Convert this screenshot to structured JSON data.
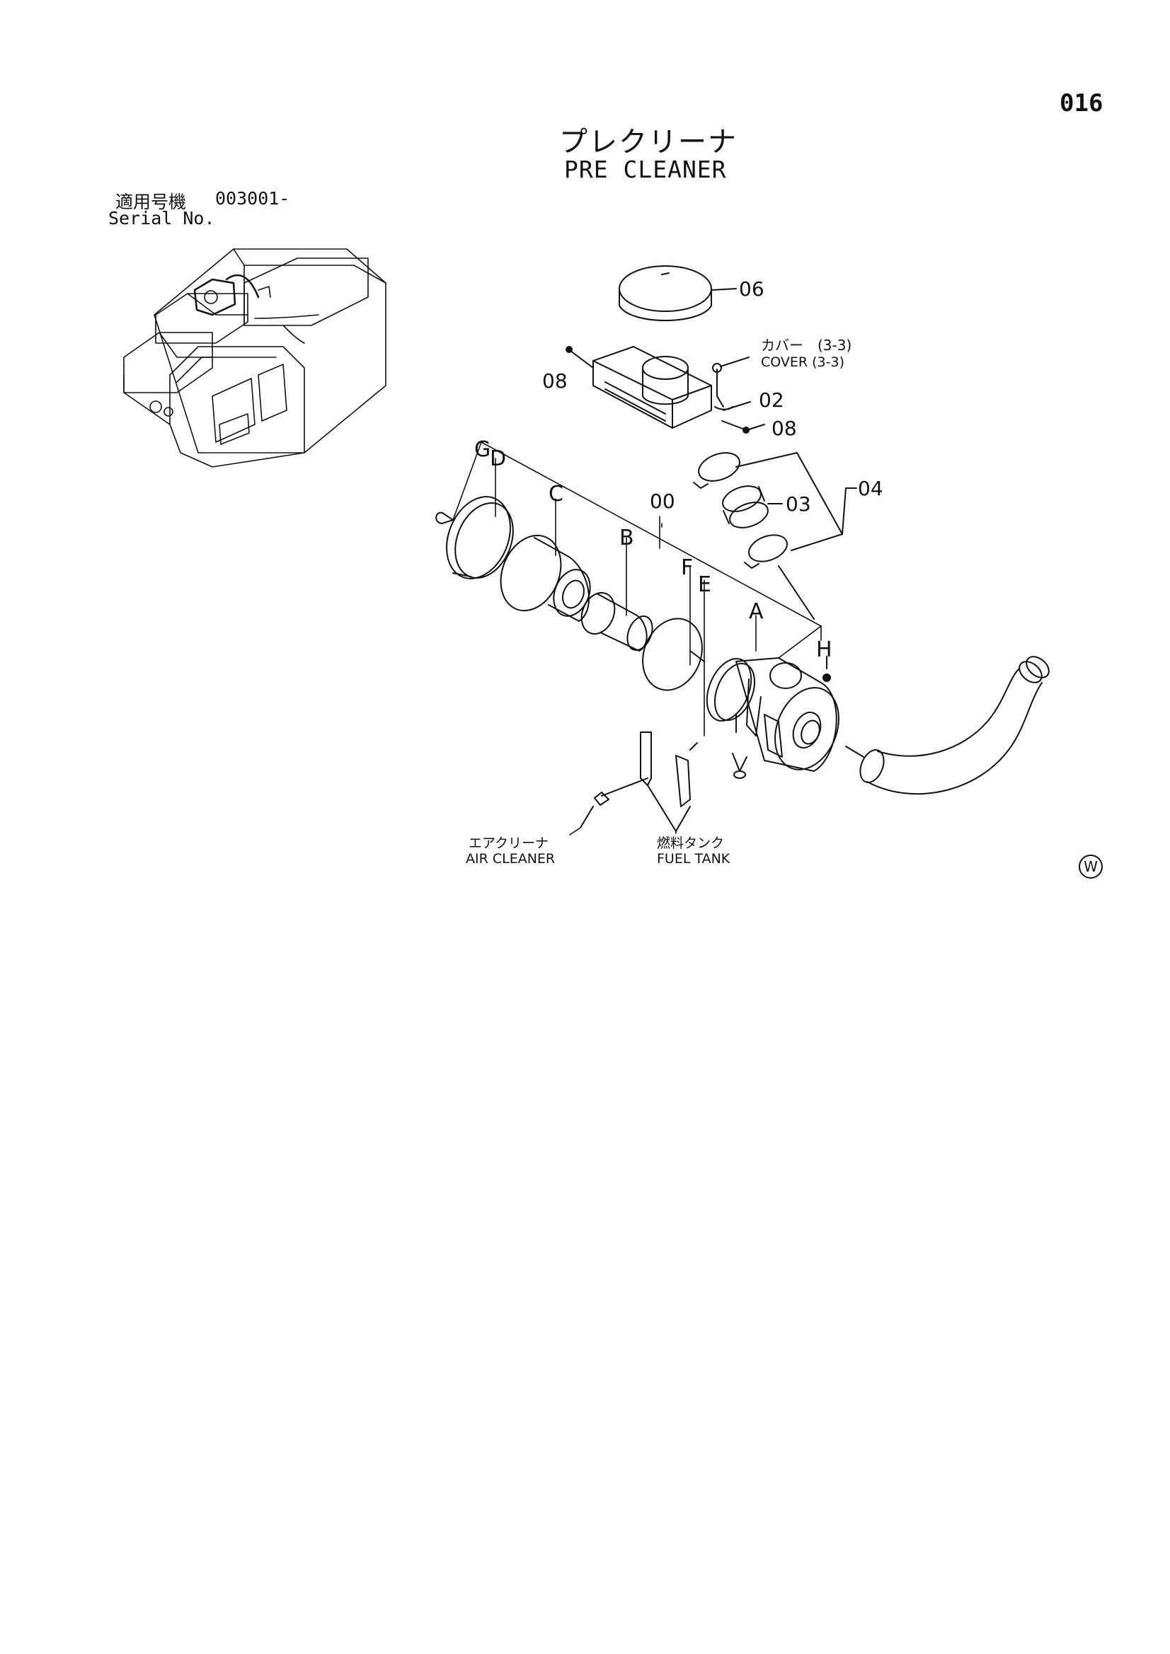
{
  "page_number": "016",
  "title": {
    "jp": "プレクリーナ",
    "en": "PRE CLEANER"
  },
  "serial": {
    "jp_label": "適用号機",
    "value": "003001-",
    "en_label": "Serial No."
  },
  "callouts": {
    "p06": "06",
    "p08a": "08",
    "p08b": "08",
    "p02": "02",
    "p03": "03",
    "p04": "04",
    "p00": "00",
    "A": "A",
    "B": "B",
    "C": "C",
    "D": "D",
    "E": "E",
    "F": "F",
    "G": "G",
    "H": "H"
  },
  "references": {
    "cover_jp": "カバー　(3-3)",
    "cover_en": "COVER (3-3)",
    "air_cleaner_jp": "エアクリーナ",
    "air_cleaner_en": "AIR CLEANER",
    "fuel_tank_jp": "燃料タンク",
    "fuel_tank_en": "FUEL TANK"
  },
  "corner_mark": "W"
}
